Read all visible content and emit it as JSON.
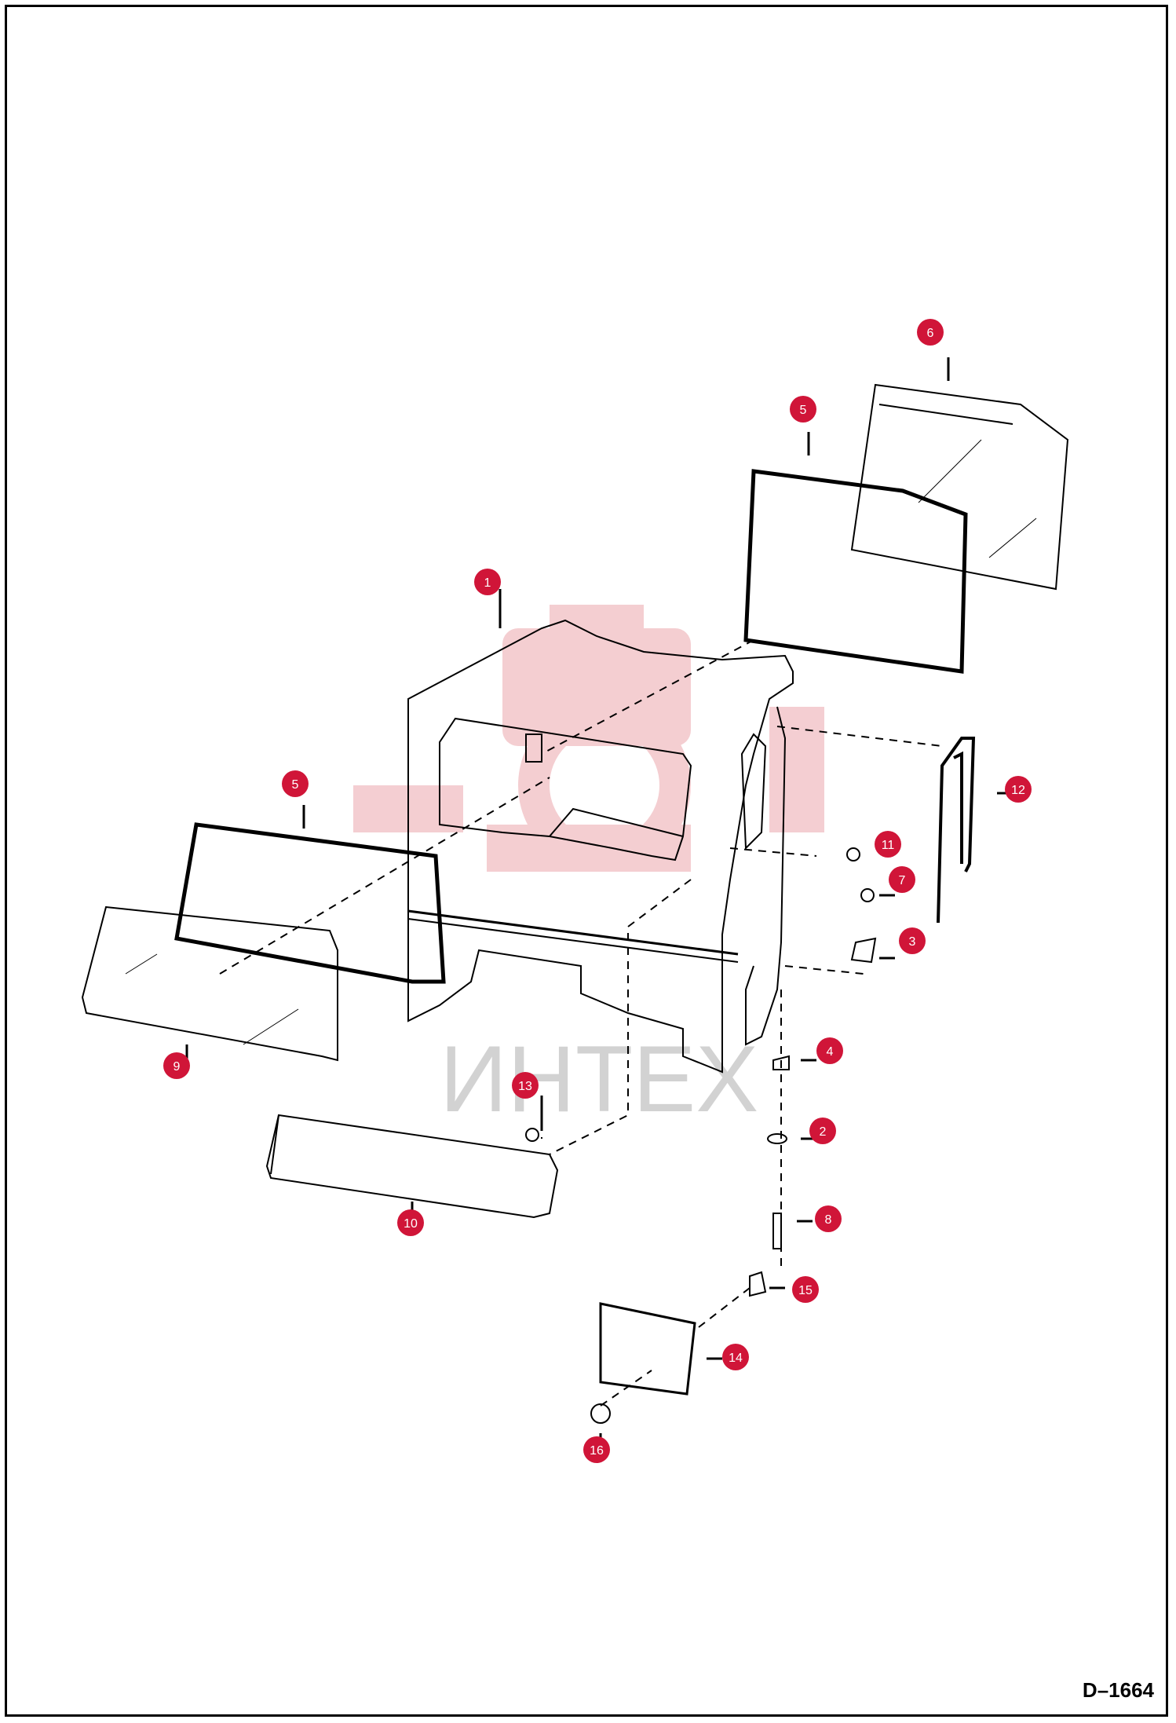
{
  "drawing_id": "D–1664",
  "watermark": {
    "text": "ИНТЕХ",
    "color": "#c8c8c8",
    "logo_color": "#f3c9cd"
  },
  "callout_color": "#d01538",
  "callouts": [
    {
      "id": "c1",
      "label": "1"
    },
    {
      "id": "c2",
      "label": "2"
    },
    {
      "id": "c3",
      "label": "3"
    },
    {
      "id": "c4",
      "label": "4"
    },
    {
      "id": "c5a",
      "label": "5"
    },
    {
      "id": "c5b",
      "label": "5"
    },
    {
      "id": "c6",
      "label": "6"
    },
    {
      "id": "c7",
      "label": "7"
    },
    {
      "id": "c8",
      "label": "8"
    },
    {
      "id": "c9",
      "label": "9"
    },
    {
      "id": "c10",
      "label": "10"
    },
    {
      "id": "c11",
      "label": "11"
    },
    {
      "id": "c12",
      "label": "12"
    },
    {
      "id": "c13",
      "label": "13"
    },
    {
      "id": "c14",
      "label": "14"
    },
    {
      "id": "c15",
      "label": "15"
    },
    {
      "id": "c16",
      "label": "16"
    }
  ]
}
